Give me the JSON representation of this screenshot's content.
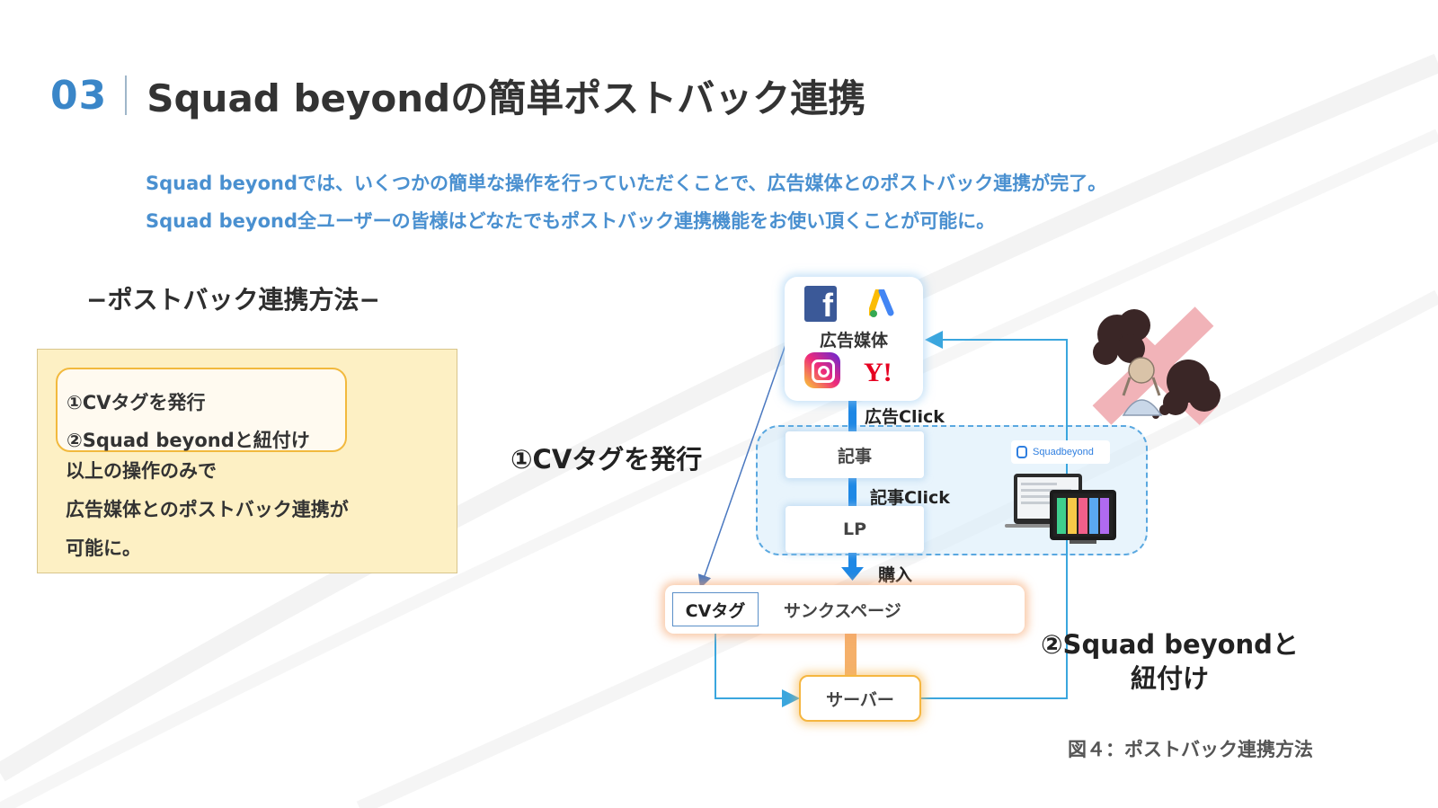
{
  "header": {
    "section_number": "03",
    "title": "Squad beyondの簡単ポストバック連携"
  },
  "intro": {
    "line1": "Squad beyondでは、いくつかの簡単な操作を行っていただくことで、広告媒体とのポストバック連携が完了。",
    "line2": "Squad beyond全ユーザーの皆様はどなたでもポストバック連携機能をお使い頂くことが可能に。"
  },
  "method": {
    "heading": "−ポストバック連携方法−",
    "steps": [
      "①CVタグを発行",
      "②Squad beyondと紐付け"
    ],
    "description": [
      "以上の操作のみで",
      "広告媒体とのポストバック連携が",
      "可能に。"
    ]
  },
  "diagram": {
    "media_label": "広告媒体",
    "media_icons": [
      "facebook-icon",
      "google-ads-icon",
      "instagram-icon",
      "yahoo-icon"
    ],
    "yahoo_text": "Y!",
    "ad_click": "広告Click",
    "article": "記事",
    "article_click": "記事Click",
    "lp": "LP",
    "purchase": "購入",
    "cv_tag": "CVタグ",
    "thanks_page": "サンクスページ",
    "server": "サーバー",
    "squadbeyond_logo": "Squadbeyond",
    "step1_callout": "①CVタグを発行",
    "step2_callout_line1": "②Squad beyondと",
    "step2_callout_line2": "紐付け",
    "colors": {
      "flow_blue": "#1e88e5",
      "line_blue": "#3aa6de",
      "orange": "#f5a25a",
      "cross_pink": "#f1b3b8"
    }
  },
  "caption": "図４：ポストバック連携方法"
}
